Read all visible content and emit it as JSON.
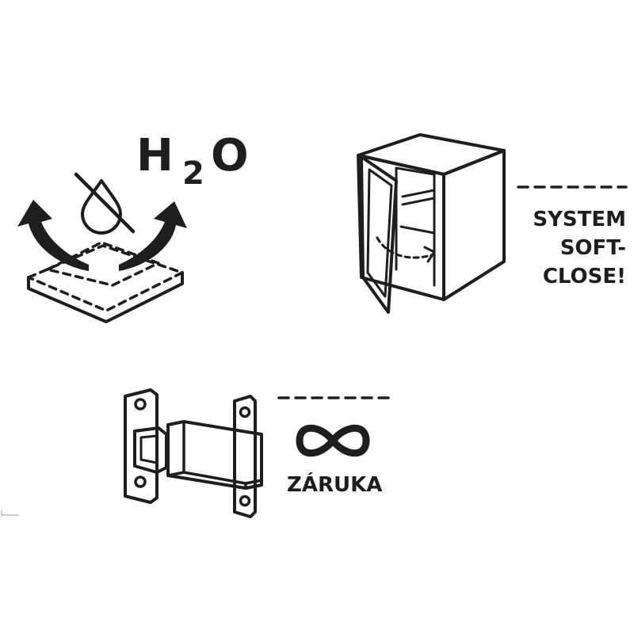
{
  "water_feature": {
    "label_h": "H",
    "label_sub": "2",
    "label_o": "O",
    "icon": "no-water-drop-icon"
  },
  "cabinet_feature": {
    "label_lines": [
      "SYSTEM",
      "SOFT-",
      "CLOSE!"
    ],
    "icon": "cabinet-soft-close-icon"
  },
  "hinge_feature": {
    "label": "ZÁRUKA",
    "icon": "hinge-icon",
    "symbol_icon": "infinity-icon"
  },
  "colors": {
    "ink": "#1e1e1e",
    "background": "#ffffff"
  }
}
